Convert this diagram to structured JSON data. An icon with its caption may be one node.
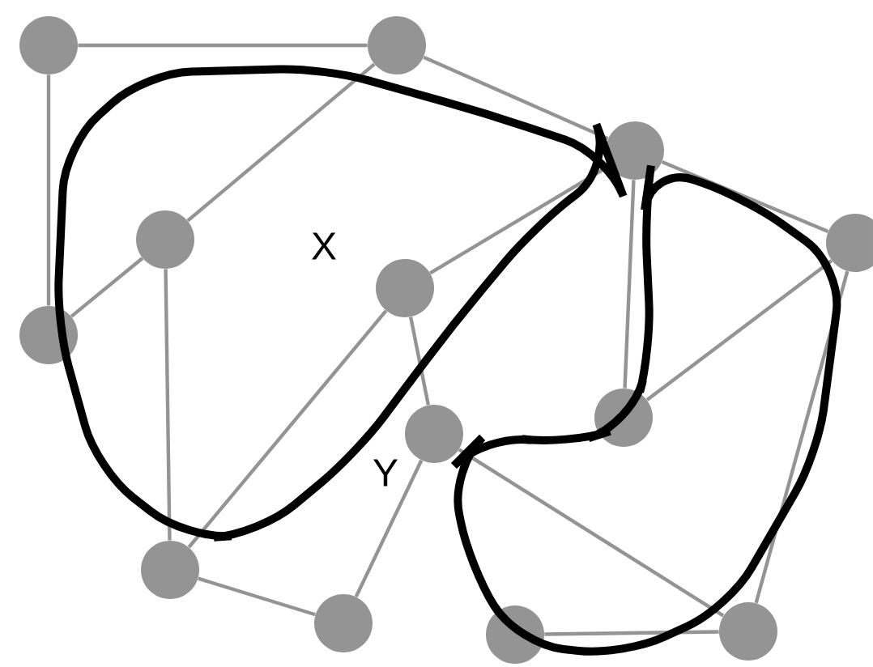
{
  "diagram": {
    "nodes": [
      {
        "text": [],
        "shape": "circle"
      },
      {
        "text": [],
        "shape": "circle"
      },
      {
        "text": [],
        "shape": "circle"
      },
      {
        "text": [],
        "shape": "circle"
      },
      {
        "text": [],
        "shape": "circle"
      },
      {
        "text": [],
        "shape": "circle"
      },
      {
        "text": [],
        "shape": "circle"
      },
      {
        "text": [],
        "shape": "circle"
      },
      {
        "text": [],
        "shape": "circle"
      },
      {
        "text": [],
        "shape": "circle"
      },
      {
        "text": [],
        "shape": "circle"
      },
      {
        "text": [],
        "shape": "circle"
      },
      {
        "text": [],
        "shape": "circle"
      }
    ],
    "edges": [
      {
        "from": 0,
        "to": 1,
        "arrow": "none"
      },
      {
        "from": 0,
        "to": 6,
        "arrow": "none"
      },
      {
        "from": 1,
        "to": 2,
        "arrow": "none"
      },
      {
        "from": 1,
        "to": 3,
        "arrow": "none"
      },
      {
        "from": 3,
        "to": 6,
        "arrow": "none"
      },
      {
        "from": 3,
        "to": 9,
        "arrow": "none"
      },
      {
        "from": 2,
        "to": 5,
        "arrow": "none"
      },
      {
        "from": 2,
        "to": 8,
        "arrow": "none"
      },
      {
        "from": 2,
        "to": 4,
        "arrow": "none"
      },
      {
        "from": 4,
        "to": 8,
        "arrow": "none"
      },
      {
        "from": 4,
        "to": 12,
        "arrow": "none"
      },
      {
        "from": 5,
        "to": 9,
        "arrow": "none"
      },
      {
        "from": 5,
        "to": 7,
        "arrow": "none"
      },
      {
        "from": 7,
        "to": 10,
        "arrow": "none"
      },
      {
        "from": 7,
        "to": 12,
        "arrow": "none"
      },
      {
        "from": 9,
        "to": 10,
        "arrow": "none"
      },
      {
        "from": 11,
        "to": 12,
        "arrow": "none"
      }
    ],
    "labels": [
      "X",
      "Y"
    ]
  }
}
